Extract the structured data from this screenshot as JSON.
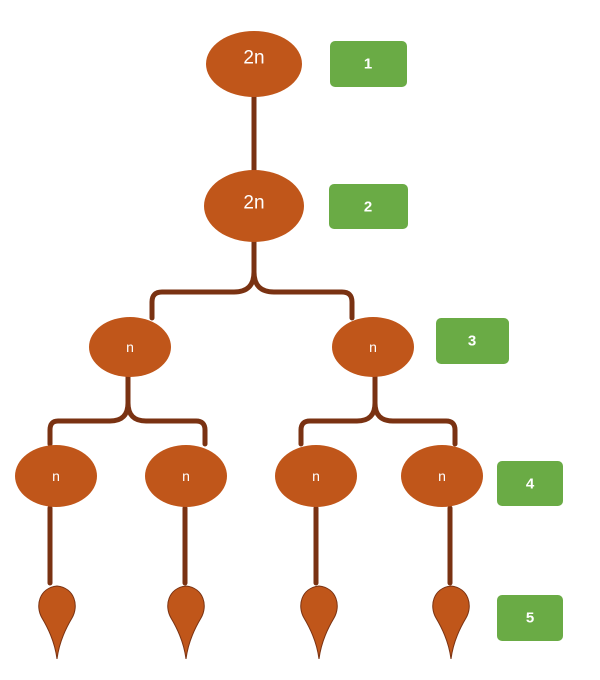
{
  "colors": {
    "cell_fill": "#C0561A",
    "connector": "#7A3212",
    "stage_badge": "#6AAB45",
    "text": "#FFFFFF"
  },
  "cells": {
    "zygote": "2n",
    "cell_2n": "2n",
    "cell_n_left": "n",
    "cell_n_right": "n",
    "cell_n_1": "n",
    "cell_n_2": "n",
    "cell_n_3": "n",
    "cell_n_4": "n"
  },
  "stages": [
    "1",
    "2",
    "3",
    "4",
    "5"
  ]
}
